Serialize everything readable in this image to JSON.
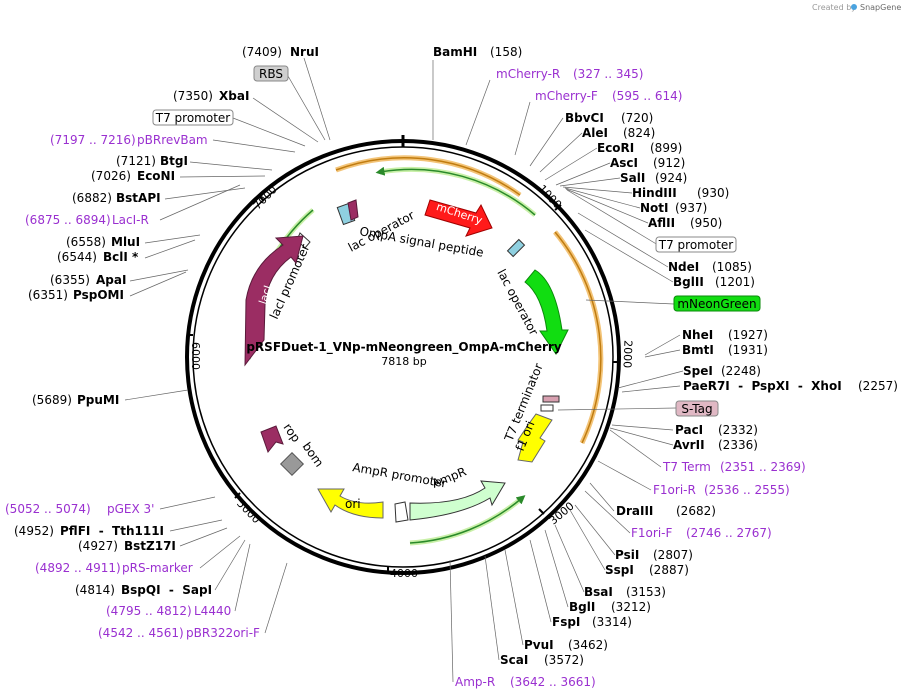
{
  "credit": {
    "prefix": "Created by",
    "brand": "SnapGene"
  },
  "plasmid": {
    "name": "pRSFDuet-1_VNp-mNeongreen_OmpA-mCherry",
    "size": "7818 bp"
  },
  "ticks": [
    "1000",
    "2000",
    "3000",
    "4000",
    "5000",
    "6000",
    "7000"
  ],
  "colors": {
    "primer": "#9a30d0",
    "mCherry": "#ff1a1a",
    "mNeonGreen": "#11dd11",
    "lacI": "#9b2d63",
    "f1ori": "#ffff00",
    "ampR": "#cfffcf",
    "ori": "#ffff00",
    "arc_orange": "#f0a020",
    "arc_green": "#2a8a2a"
  },
  "labels": [
    {
      "pos": "(7409)",
      "name": "NruI",
      "kind": "enzyme"
    },
    {
      "pos": "",
      "name": "RBS",
      "kind": "box_gray"
    },
    {
      "pos": "(7350)",
      "name": "XbaI",
      "kind": "enzyme"
    },
    {
      "pos": "",
      "name": "T7 promoter",
      "kind": "box_white"
    },
    {
      "pos": "(7197 .. 7216)",
      "name": "pBRrevBam",
      "kind": "primer"
    },
    {
      "pos": "(7121)",
      "name": "BtgI",
      "kind": "enzyme"
    },
    {
      "pos": "(7026)",
      "name": "EcoNI",
      "kind": "enzyme"
    },
    {
      "pos": "(6882)",
      "name": "BstAPI",
      "kind": "enzyme"
    },
    {
      "pos": "(6875 .. 6894)",
      "name": "LacI-R",
      "kind": "primer"
    },
    {
      "pos": "(6558)",
      "name": "MluI",
      "kind": "enzyme"
    },
    {
      "pos": "(6544)",
      "name": "BclI *",
      "kind": "enzyme"
    },
    {
      "pos": "(6355)",
      "name": "ApaI",
      "kind": "enzyme"
    },
    {
      "pos": "(6351)",
      "name": "PspOMI",
      "kind": "enzyme"
    },
    {
      "pos": "(5689)",
      "name": "PpuMI",
      "kind": "enzyme"
    },
    {
      "pos": "(5052 .. 5074)",
      "name": "pGEX 3'",
      "kind": "primer"
    },
    {
      "pos": "(4952)",
      "name": "PflFI  -  Tth111I",
      "kind": "enzyme"
    },
    {
      "pos": "(4927)",
      "name": "BstZ17I",
      "kind": "enzyme"
    },
    {
      "pos": "(4892 .. 4911)",
      "name": "pRS-marker",
      "kind": "primer"
    },
    {
      "pos": "(4814)",
      "name": "BspQI  -  SapI",
      "kind": "enzyme"
    },
    {
      "pos": "(4795 .. 4812)",
      "name": "L4440",
      "kind": "primer"
    },
    {
      "pos": "(4542 .. 4561)",
      "name": "pBR322ori-F",
      "kind": "primer"
    },
    {
      "pos": "(158)",
      "name": "BamHI",
      "kind": "enzyme"
    },
    {
      "pos": "(327 .. 345)",
      "name": "mCherry-R",
      "kind": "primer"
    },
    {
      "pos": "(595 .. 614)",
      "name": "mCherry-F",
      "kind": "primer"
    },
    {
      "pos": "(720)",
      "name": "BbvCI",
      "kind": "enzyme"
    },
    {
      "pos": "(824)",
      "name": "AleI",
      "kind": "enzyme"
    },
    {
      "pos": "(899)",
      "name": "EcoRI",
      "kind": "enzyme"
    },
    {
      "pos": "(912)",
      "name": "AscI",
      "kind": "enzyme"
    },
    {
      "pos": "(924)",
      "name": "SalI",
      "kind": "enzyme"
    },
    {
      "pos": "(930)",
      "name": "HindIII",
      "kind": "enzyme"
    },
    {
      "pos": "(937)",
      "name": "NotI",
      "kind": "enzyme"
    },
    {
      "pos": "(950)",
      "name": "AflII",
      "kind": "enzyme"
    },
    {
      "pos": "",
      "name": "T7 promoter",
      "kind": "box_white"
    },
    {
      "pos": "(1085)",
      "name": "NdeI",
      "kind": "enzyme"
    },
    {
      "pos": "(1201)",
      "name": "BglII",
      "kind": "enzyme"
    },
    {
      "pos": "",
      "name": "mNeonGreen",
      "kind": "box_green"
    },
    {
      "pos": "(1927)",
      "name": "NheI",
      "kind": "enzyme"
    },
    {
      "pos": "(1931)",
      "name": "BmtI",
      "kind": "enzyme"
    },
    {
      "pos": "(2248)",
      "name": "SpeI",
      "kind": "enzyme"
    },
    {
      "pos": "(2257)",
      "name": "PaeR7I  -  PspXI  -  XhoI",
      "kind": "enzyme"
    },
    {
      "pos": "",
      "name": "S-Tag",
      "kind": "box_pink"
    },
    {
      "pos": "(2332)",
      "name": "PacI",
      "kind": "enzyme"
    },
    {
      "pos": "(2336)",
      "name": "AvrII",
      "kind": "enzyme"
    },
    {
      "pos": "(2351 .. 2369)",
      "name": "T7 Term",
      "kind": "primer"
    },
    {
      "pos": "(2536 .. 2555)",
      "name": "F1ori-R",
      "kind": "primer"
    },
    {
      "pos": "(2682)",
      "name": "DraIII",
      "kind": "enzyme"
    },
    {
      "pos": "(2746 .. 2767)",
      "name": "F1ori-F",
      "kind": "primer"
    },
    {
      "pos": "(2807)",
      "name": "PsiI",
      "kind": "enzyme"
    },
    {
      "pos": "(2887)",
      "name": "SspI",
      "kind": "enzyme"
    },
    {
      "pos": "(3153)",
      "name": "BsaI",
      "kind": "enzyme"
    },
    {
      "pos": "(3212)",
      "name": "BglI",
      "kind": "enzyme"
    },
    {
      "pos": "(3314)",
      "name": "FspI",
      "kind": "enzyme"
    },
    {
      "pos": "(3462)",
      "name": "PvuI",
      "kind": "enzyme"
    },
    {
      "pos": "(3572)",
      "name": "ScaI",
      "kind": "enzyme"
    },
    {
      "pos": "(3642 .. 3661)",
      "name": "Amp-R",
      "kind": "primer"
    }
  ],
  "features": [
    "mCherry",
    "OmpA signal peptide",
    "lac operator",
    "lac operator",
    "lacI promoter",
    "lacI",
    "rop",
    "bom",
    "AmpR promoter",
    "AmpR",
    "ori",
    "T7 terminator",
    "f1 ori"
  ]
}
